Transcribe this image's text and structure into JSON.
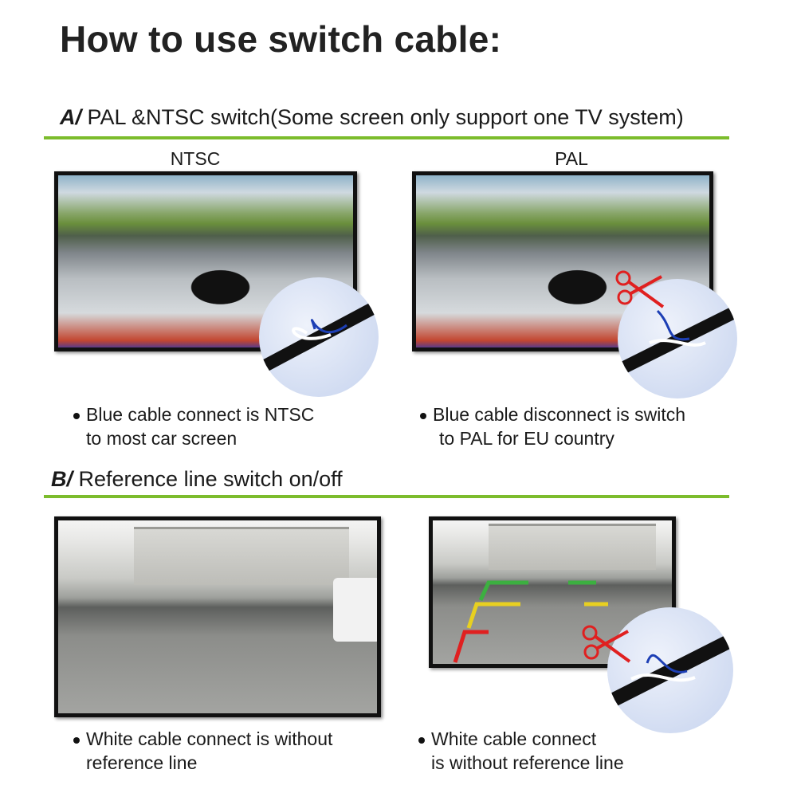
{
  "title": "How to use switch cable:",
  "section_a": {
    "prefix": "A/",
    "heading": " PAL &NTSC switch(Some screen only support one TV system)",
    "left": {
      "label": "NTSC",
      "line1": "Blue cable connect is NTSC",
      "line2": "to most car screen"
    },
    "right": {
      "label": "PAL",
      "line1": "Blue cable disconnect is switch",
      "line2": "to PAL for EU country"
    }
  },
  "section_b": {
    "prefix": "B/",
    "heading": " Reference line switch on/off",
    "left": {
      "line1": "White cable connect is without",
      "line2": "reference line"
    },
    "right": {
      "line1": "White cable connect",
      "line2": "is without reference line"
    }
  },
  "colors": {
    "accent_line": "#7cbc2c",
    "blue_wire": "#1d3fb5",
    "scissors": "#e02020"
  }
}
